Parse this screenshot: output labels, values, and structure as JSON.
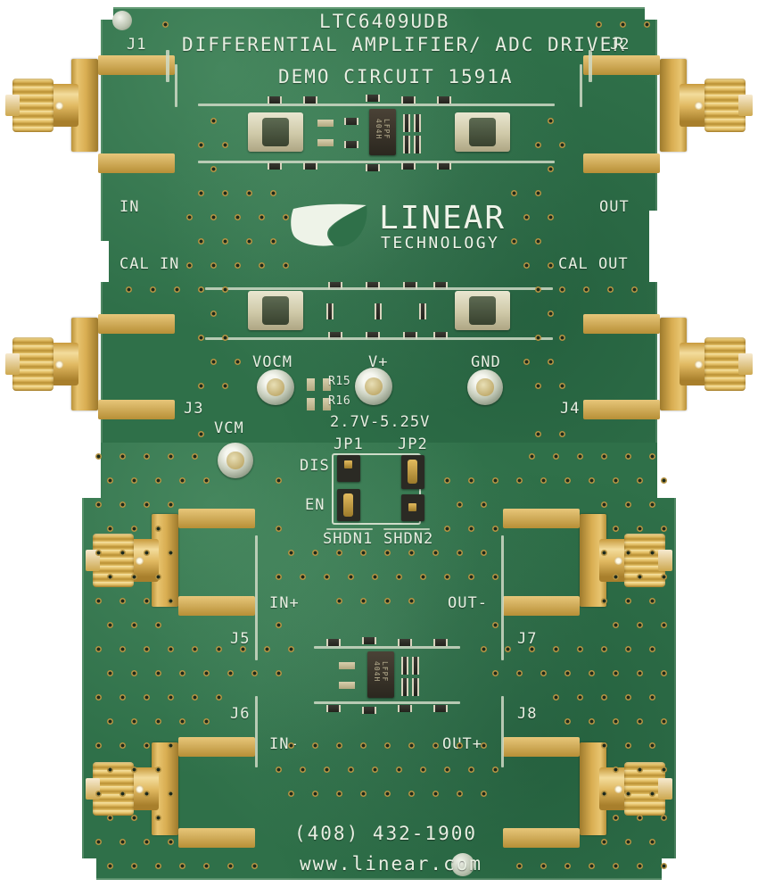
{
  "board": {
    "part_number": "LTC6409UDB",
    "title_line": "DIFFERENTIAL AMPLIFIER/ ADC DRIVER",
    "subtitle_line": "DEMO CIRCUIT 1591A",
    "brand_name": "LINEAR",
    "brand_sub": "TECHNOLOGY",
    "phone": "(408) 432-1900",
    "website": "www.linear.com",
    "supply_range": "2.7V-5.25V",
    "solder_mask_color": "#2f7049",
    "silkscreen_color": "#e8efe2",
    "connector_metal_color": "#d9ae52"
  },
  "connectors": [
    {
      "ref": "J1",
      "label": "IN",
      "position": "top-left"
    },
    {
      "ref": "J2",
      "label": "OUT",
      "position": "top-right"
    },
    {
      "ref": "J3",
      "label": "CAL IN",
      "position": "mid-left"
    },
    {
      "ref": "J4",
      "label": "CAL OUT",
      "position": "mid-right"
    },
    {
      "ref": "J5",
      "label": "IN+",
      "position": "lower-left"
    },
    {
      "ref": "J7",
      "label": "OUT-",
      "position": "lower-right"
    },
    {
      "ref": "J6",
      "label": "IN-",
      "position": "bottom-left"
    },
    {
      "ref": "J8",
      "label": "OUT+",
      "position": "bottom-right"
    }
  ],
  "test_points": [
    {
      "ref": "VOCM",
      "label": "VOCM"
    },
    {
      "ref": "V+",
      "label": "V+"
    },
    {
      "ref": "GND",
      "label": "GND"
    },
    {
      "ref": "VCM",
      "label": "VCM"
    }
  ],
  "resistors": [
    {
      "ref": "R15",
      "label": "R15"
    },
    {
      "ref": "R16",
      "label": "R16"
    }
  ],
  "jumpers": [
    {
      "ref": "JP1",
      "label": "JP1",
      "signal": "SHDN1",
      "position_top": "DIS",
      "position_bottom": "EN",
      "setting": "EN"
    },
    {
      "ref": "JP2",
      "label": "JP2",
      "signal": "SHDN2",
      "position_top": "DIS",
      "position_bottom": "EN",
      "setting": "DIS"
    }
  ],
  "jumper_positions": {
    "disable": "DIS",
    "enable": "EN"
  },
  "ics": [
    {
      "marking": "LFPF 404H",
      "location": "top-section"
    },
    {
      "marking": "LFPF 404H",
      "location": "bottom-section"
    }
  ]
}
